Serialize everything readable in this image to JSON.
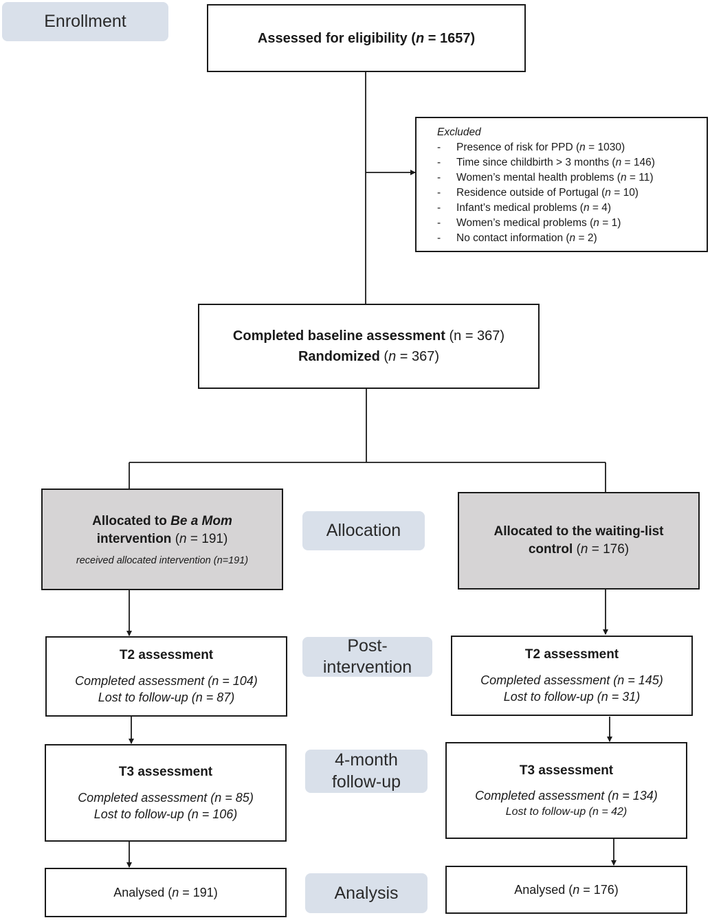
{
  "stages": {
    "enrollment": "Enrollment",
    "allocation": "Allocation",
    "post_intervention": [
      "Post-",
      "intervention"
    ],
    "followup": [
      "4-month",
      "follow-up"
    ],
    "analysis": "Analysis"
  },
  "assessed": {
    "label": "Assessed for eligibility (",
    "n": "n",
    "value": " = 1657)"
  },
  "excluded": {
    "title": "Excluded",
    "items": [
      {
        "text": "Presence of risk for PPD (",
        "value": " = 1030)"
      },
      {
        "text": "Time since childbirth > 3 months (",
        "value": " = 146)"
      },
      {
        "text": "Women’s mental health problems (",
        "value": " = 11)"
      },
      {
        "text": "Residence outside of Portugal (",
        "value": " = 10)"
      },
      {
        "text": "Infant’s medical problems (",
        "value": " = 4)"
      },
      {
        "text": "Women’s medical problems (",
        "value": " = 1)"
      },
      {
        "text": "No contact information (",
        "value": " = 2)"
      }
    ]
  },
  "baseline": {
    "label": "Completed baseline assessment",
    "count": " (n = 367)",
    "randomized": "Randomized",
    "randomized_count_pre": " (",
    "randomized_count_post": " = 367)"
  },
  "intervention": {
    "allocated_pre": "Allocated to ",
    "program": "Be a Mom",
    "allocated_line2": "intervention",
    "count_pre": " (",
    "count_post": " = 191)",
    "received": "received allocated intervention (n=191)",
    "t2": {
      "title": "T2 assessment",
      "completed": "Completed assessment (n = 104)",
      "lost": "Lost to follow-up (n = 87)"
    },
    "t3": {
      "title": "T3 assessment",
      "completed": "Completed assessment (n = 85)",
      "lost": "Lost to follow-up (n = 106)"
    },
    "analysed": {
      "pre": "Analysed (",
      "post": " = 191)"
    }
  },
  "control": {
    "allocated_line1": "Allocated to the waiting-list",
    "allocated_line2": "control",
    "count_pre": " (",
    "count_post": " = 176)",
    "t2": {
      "title": "T2 assessment",
      "completed": "Completed assessment (n = 145)",
      "lost": "Lost to follow-up (n = 31)"
    },
    "t3": {
      "title": "T3 assessment",
      "completed": "Completed assessment (n = 134)",
      "lost": "Lost to follow-up (n = 42)"
    },
    "analysed": {
      "pre": "Analysed (",
      "post": " = 176)"
    }
  }
}
